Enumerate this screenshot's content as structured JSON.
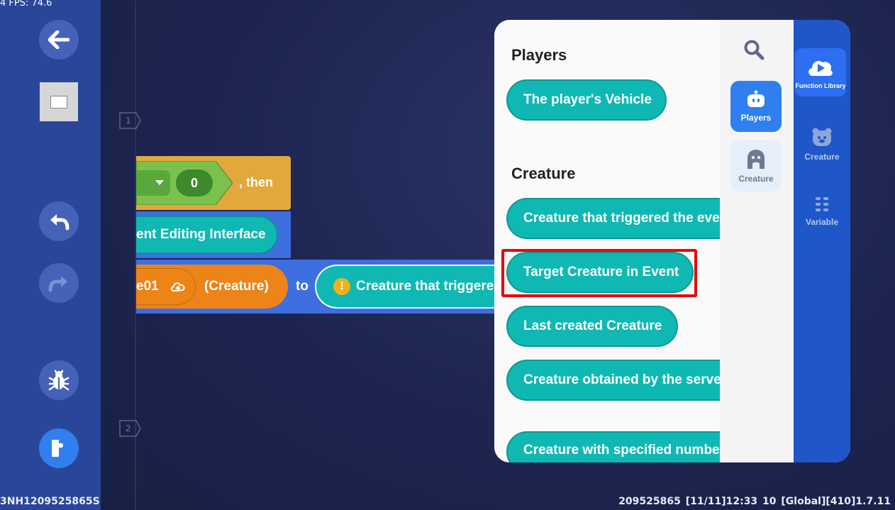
{
  "fps": "4 FPS: 74.6",
  "line_numbers": [
    "1",
    "2"
  ],
  "code": {
    "if_value": "0",
    "then_label": ", then",
    "editing_interface": "ent Editing Interface",
    "variable_name": "e01",
    "variable_type": "(Creature)",
    "to_label": "to",
    "assigned_value": "Creature that triggere"
  },
  "panel": {
    "sections": [
      {
        "title": "Players",
        "items": [
          "The player's Vehicle"
        ]
      },
      {
        "title": "Creature",
        "items": [
          "Creature that triggered the eve",
          "Target Creature in Event",
          "Last created Creature",
          "Creature obtained by the serve",
          "Creature with specified number"
        ]
      }
    ],
    "highlighted_item": "Target Creature in Event",
    "categories": [
      {
        "label": "Players",
        "icon": "robot-icon",
        "active": true
      },
      {
        "label": "Creature",
        "icon": "ghost-icon",
        "active": false
      }
    ],
    "nav": [
      {
        "label": "Function Library",
        "icon": "play-cloud-icon",
        "active": true
      },
      {
        "label": "Creature",
        "icon": "bear-icon",
        "active": false
      },
      {
        "label": "Variable",
        "icon": "grid-icon",
        "active": false
      }
    ]
  },
  "status": {
    "left": "3NH1209525865S",
    "right": "209525865   [11/11]12:33 10  [Global][410]1.7.11"
  },
  "colors": {
    "toolbar": "#2a4698",
    "teal_block": "#10b8b3",
    "highlight": "#e8070c",
    "active_category": "#2f7ff0"
  }
}
